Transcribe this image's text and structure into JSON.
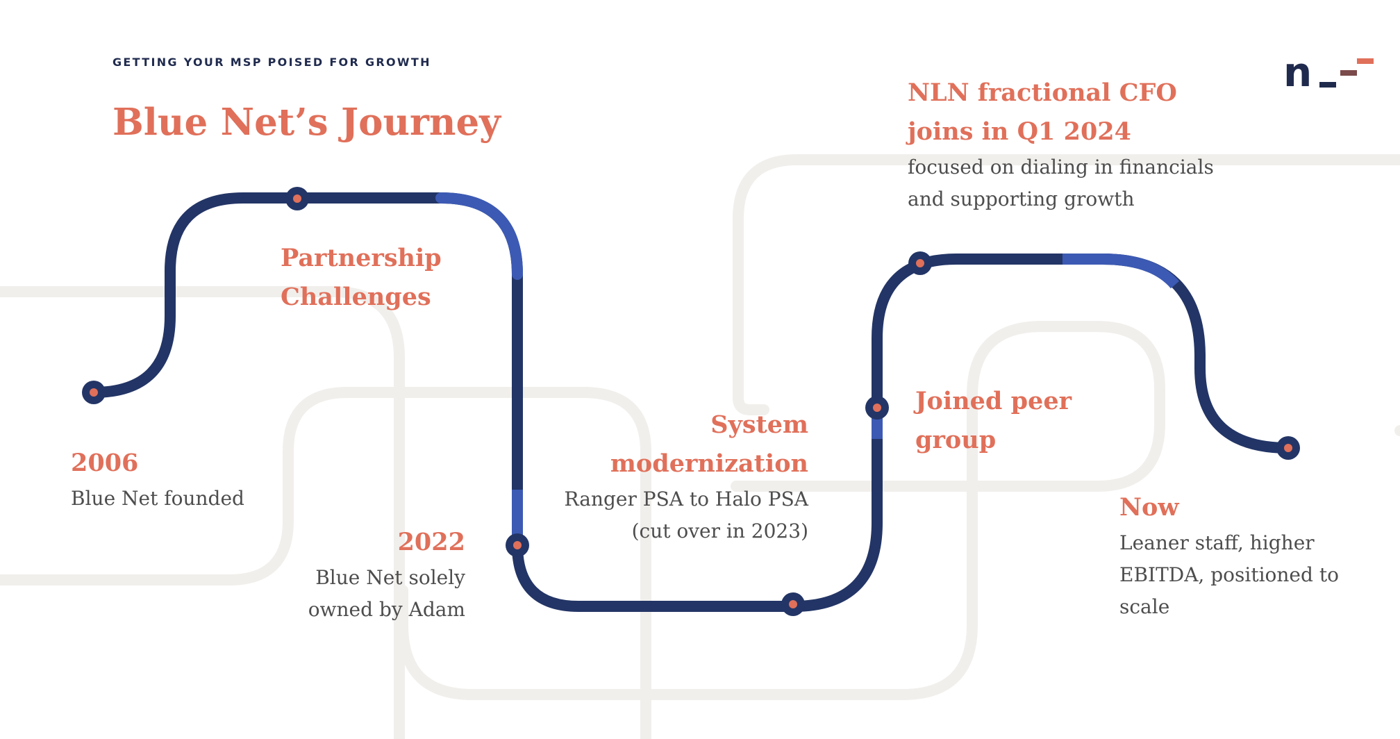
{
  "header": {
    "eyebrow": "GETTING YOUR MSP POISED FOR GROWTH",
    "title": "Blue Net’s Journey"
  },
  "logo": {
    "letter": "n",
    "icon": "nln-logo-icon"
  },
  "colors": {
    "accent": "#e0705a",
    "navy": "#233566",
    "blue_highlight": "#3c5ab4",
    "background_lines": "#f1efec",
    "text_gray": "#4d4d4d",
    "logo_dark": "#1f2a4d",
    "logo_mid": "#7b4a4a"
  },
  "milestones": [
    {
      "id": "founded",
      "head_lines": [
        "2006"
      ],
      "desc_lines": [
        "Blue Net founded"
      ]
    },
    {
      "id": "partnership",
      "head_lines": [
        "Partnership",
        "Challenges"
      ],
      "desc_lines": []
    },
    {
      "id": "owned",
      "head_lines": [
        "2022"
      ],
      "desc_lines": [
        "Blue Net solely",
        "owned by Adam"
      ]
    },
    {
      "id": "system",
      "head_lines": [
        "System",
        "modernization"
      ],
      "desc_lines": [
        "Ranger PSA to Halo PSA",
        "(cut over in 2023)"
      ]
    },
    {
      "id": "peer",
      "head_lines": [
        "Joined peer",
        "group"
      ],
      "desc_lines": []
    },
    {
      "id": "cfo",
      "head_lines": [
        "NLN fractional CFO",
        "joins in Q1 2024"
      ],
      "desc_lines": [
        "focused on dialing in financials",
        "and supporting growth"
      ]
    },
    {
      "id": "now",
      "head_lines": [
        "Now"
      ],
      "desc_lines": [
        "Leaner staff, higher",
        "EBITDA, positioned to",
        "scale"
      ]
    }
  ]
}
